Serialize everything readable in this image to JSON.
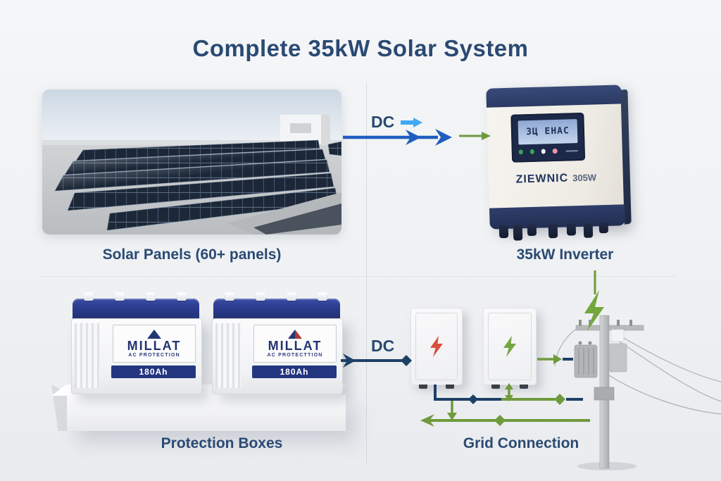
{
  "title": "Complete 35kW Solar System",
  "flow_labels": {
    "dc_top": "DC",
    "dc_bottom": "DC"
  },
  "sections": {
    "solar_panels": {
      "label": "Solar Panels (60+ panels)"
    },
    "inverter": {
      "label": "35kW Inverter",
      "brand": "ZIEWNIC",
      "model": "305W",
      "display_text": "3Ц ЕНАС"
    },
    "protection_boxes": {
      "label": "Protection Boxes"
    },
    "grid": {
      "label": "Grid Connection"
    }
  },
  "batteries": [
    {
      "brand": "MILLAT",
      "subtitle": "AC PROTECTION",
      "capacity": "180Ah"
    },
    {
      "brand": "MILLAT",
      "subtitle": "AC PROTECTTION",
      "capacity": "180Ah"
    }
  ],
  "colors": {
    "title_text": "#2a4a73",
    "dc_arrow_blue": "#1f5ec0",
    "dc_small_arrow": "#3fa9f5",
    "ac_line_navy": "#1d4066",
    "green_line": "#6f9a3d",
    "red_bolt": "#d9503f",
    "green_bolt": "#74a63e",
    "battery_navy": "#24367f",
    "inverter_navy": "#2a3a64"
  }
}
